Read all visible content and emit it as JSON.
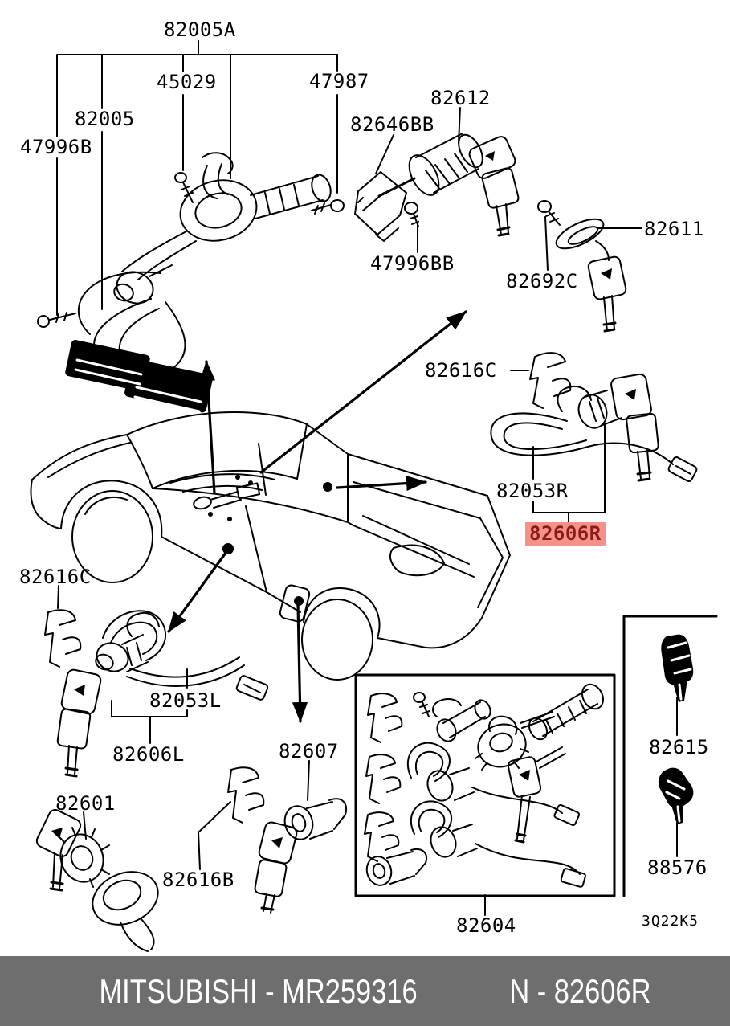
{
  "colors": {
    "paper": "#ffffff",
    "ink": "#000000",
    "highlight_bg": "#f4918b",
    "highlight_fg": "#8c1b13",
    "footer_bg": "#6e6e6e",
    "footer_fg": "#ffffff"
  },
  "diagram": {
    "code": "3Q22K5",
    "highlighted_part": "82606R",
    "labels": {
      "82005A": "82005A",
      "45029": "45029",
      "47987": "47987",
      "82005": "82005",
      "47996B": "47996B",
      "82646BB": "82646BB",
      "82612": "82612",
      "47996BB": "47996BB",
      "82692C": "82692C",
      "82611": "82611",
      "82616C": "82616C",
      "82053R": "82053R",
      "82606R": "82606R",
      "82053L": "82053L",
      "82606L": "82606L",
      "82601": "82601",
      "82616B": "82616B",
      "82607": "82607",
      "82604": "82604",
      "82615": "82615",
      "88576": "88576"
    }
  },
  "footer": {
    "left": "MITSUBISHI - MR259316",
    "right": "N - 82606R"
  }
}
